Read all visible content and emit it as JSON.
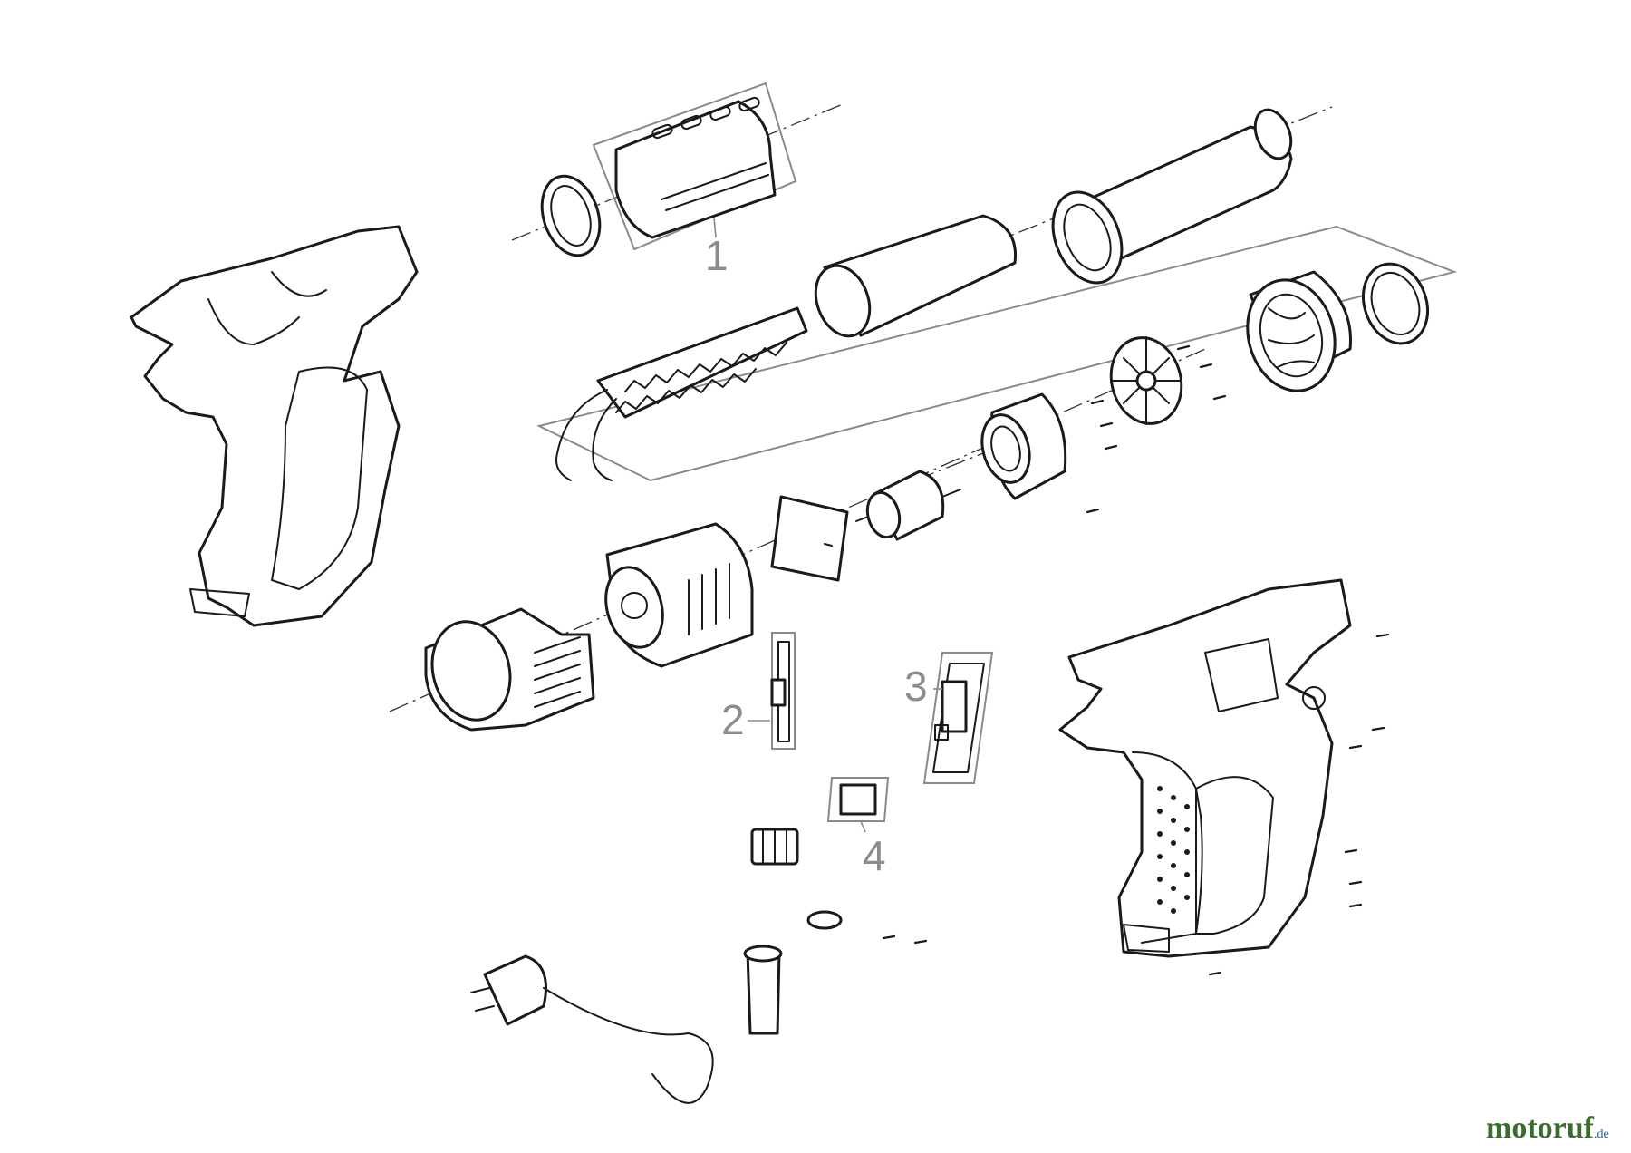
{
  "diagram": {
    "callouts": [
      {
        "id": "1",
        "label": "1"
      },
      {
        "id": "2",
        "label": "2"
      },
      {
        "id": "3",
        "label": "3"
      },
      {
        "id": "4",
        "label": "4"
      }
    ]
  },
  "watermark": {
    "brand": "motoruf",
    "suffix": ".de",
    "colors": [
      "#3c6b2f",
      "#c64b1e",
      "#d99a1c",
      "#2b5aa6"
    ]
  }
}
